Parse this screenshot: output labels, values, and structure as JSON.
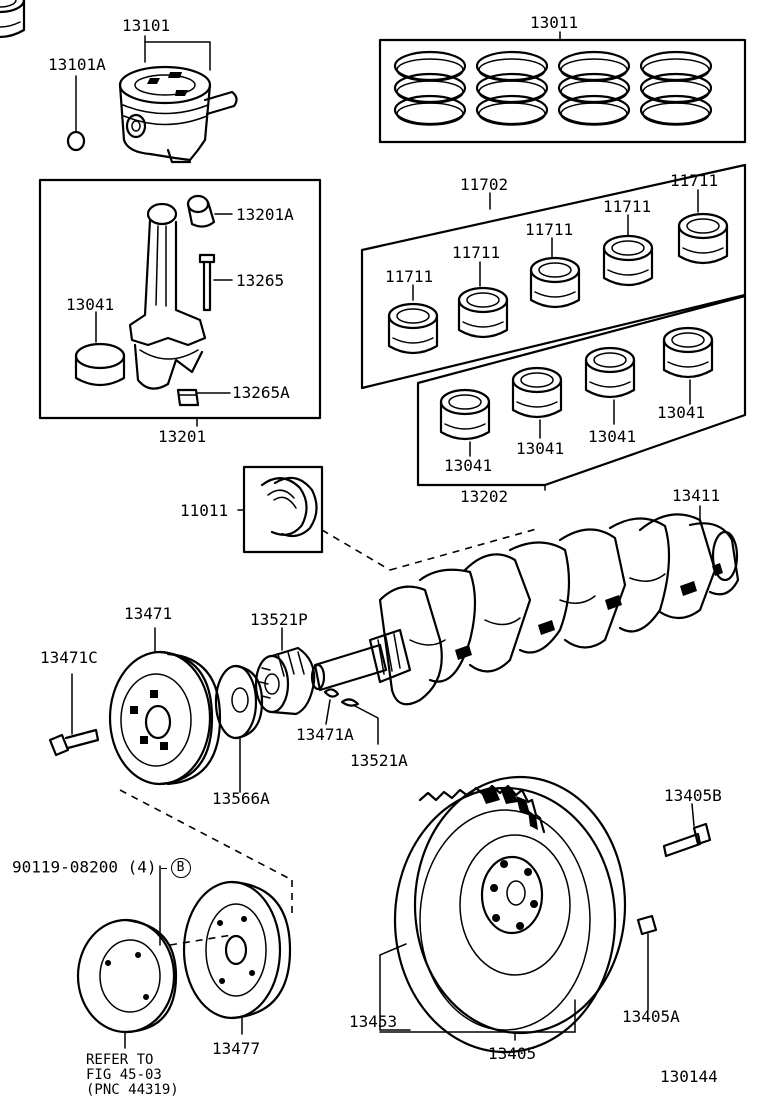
{
  "diagram": {
    "figure_number": "130144",
    "parts": {
      "p13101": "13101",
      "p13101A": "13101A",
      "p13011": "13011",
      "p13201A": "13201A",
      "p13265": "13265",
      "p13041_rod": "13041",
      "p13265A": "13265A",
      "p13201": "13201",
      "p11702": "11702",
      "p11711_a": "11711",
      "p11711_b": "11711",
      "p11711_c": "11711",
      "p11711_d": "11711",
      "p11711_e": "11711",
      "p13041_a": "13041",
      "p13041_b": "13041",
      "p13041_c": "13041",
      "p13041_d": "13041",
      "p13202": "13202",
      "p11011": "11011",
      "p13411": "13411",
      "p13471": "13471",
      "p13521P": "13521P",
      "p13471C": "13471C",
      "p13471A": "13471A",
      "p13521A": "13521A",
      "p13566A": "13566A",
      "p13405B": "13405B",
      "p90119": "90119-08200 (4)",
      "callout_b": "B",
      "p13453": "13453",
      "p13405A": "13405A",
      "p13405": "13405",
      "p13477": "13477"
    },
    "reference_note": "REFER TO\nFIG 45-03\n(PNC 44319)"
  }
}
